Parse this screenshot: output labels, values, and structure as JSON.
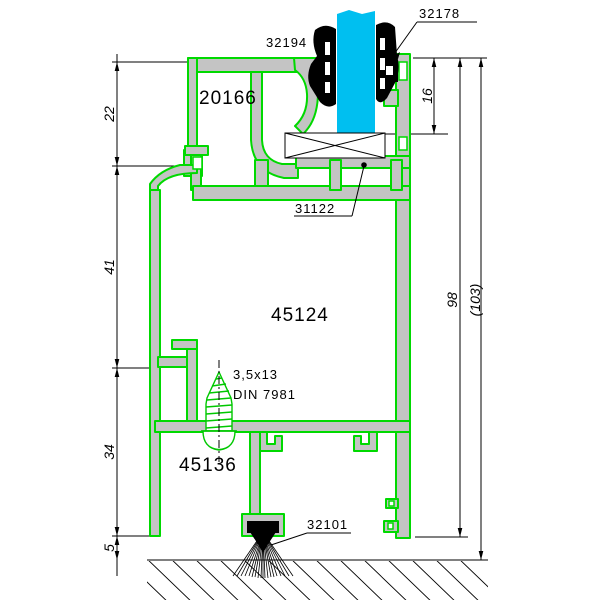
{
  "drawing": {
    "labels": {
      "bead": "20166",
      "gasket_outer": "32194",
      "gasket_inner": "32178",
      "bridge": "31122",
      "frame": "45124",
      "threshold": "45136",
      "brush": "32101"
    },
    "screw": {
      "size": "3,5x13",
      "standard": "DIN 7981"
    },
    "dimensions": {
      "left": [
        "22",
        "41",
        "34",
        "5"
      ],
      "right": [
        "16",
        "98",
        "(103)"
      ]
    },
    "colors": {
      "profile_outline": "#00d900",
      "profile_fill": "#c4c4c4",
      "glass": "#00bff0",
      "gasket": "#000000",
      "background": "#ffffff"
    }
  }
}
